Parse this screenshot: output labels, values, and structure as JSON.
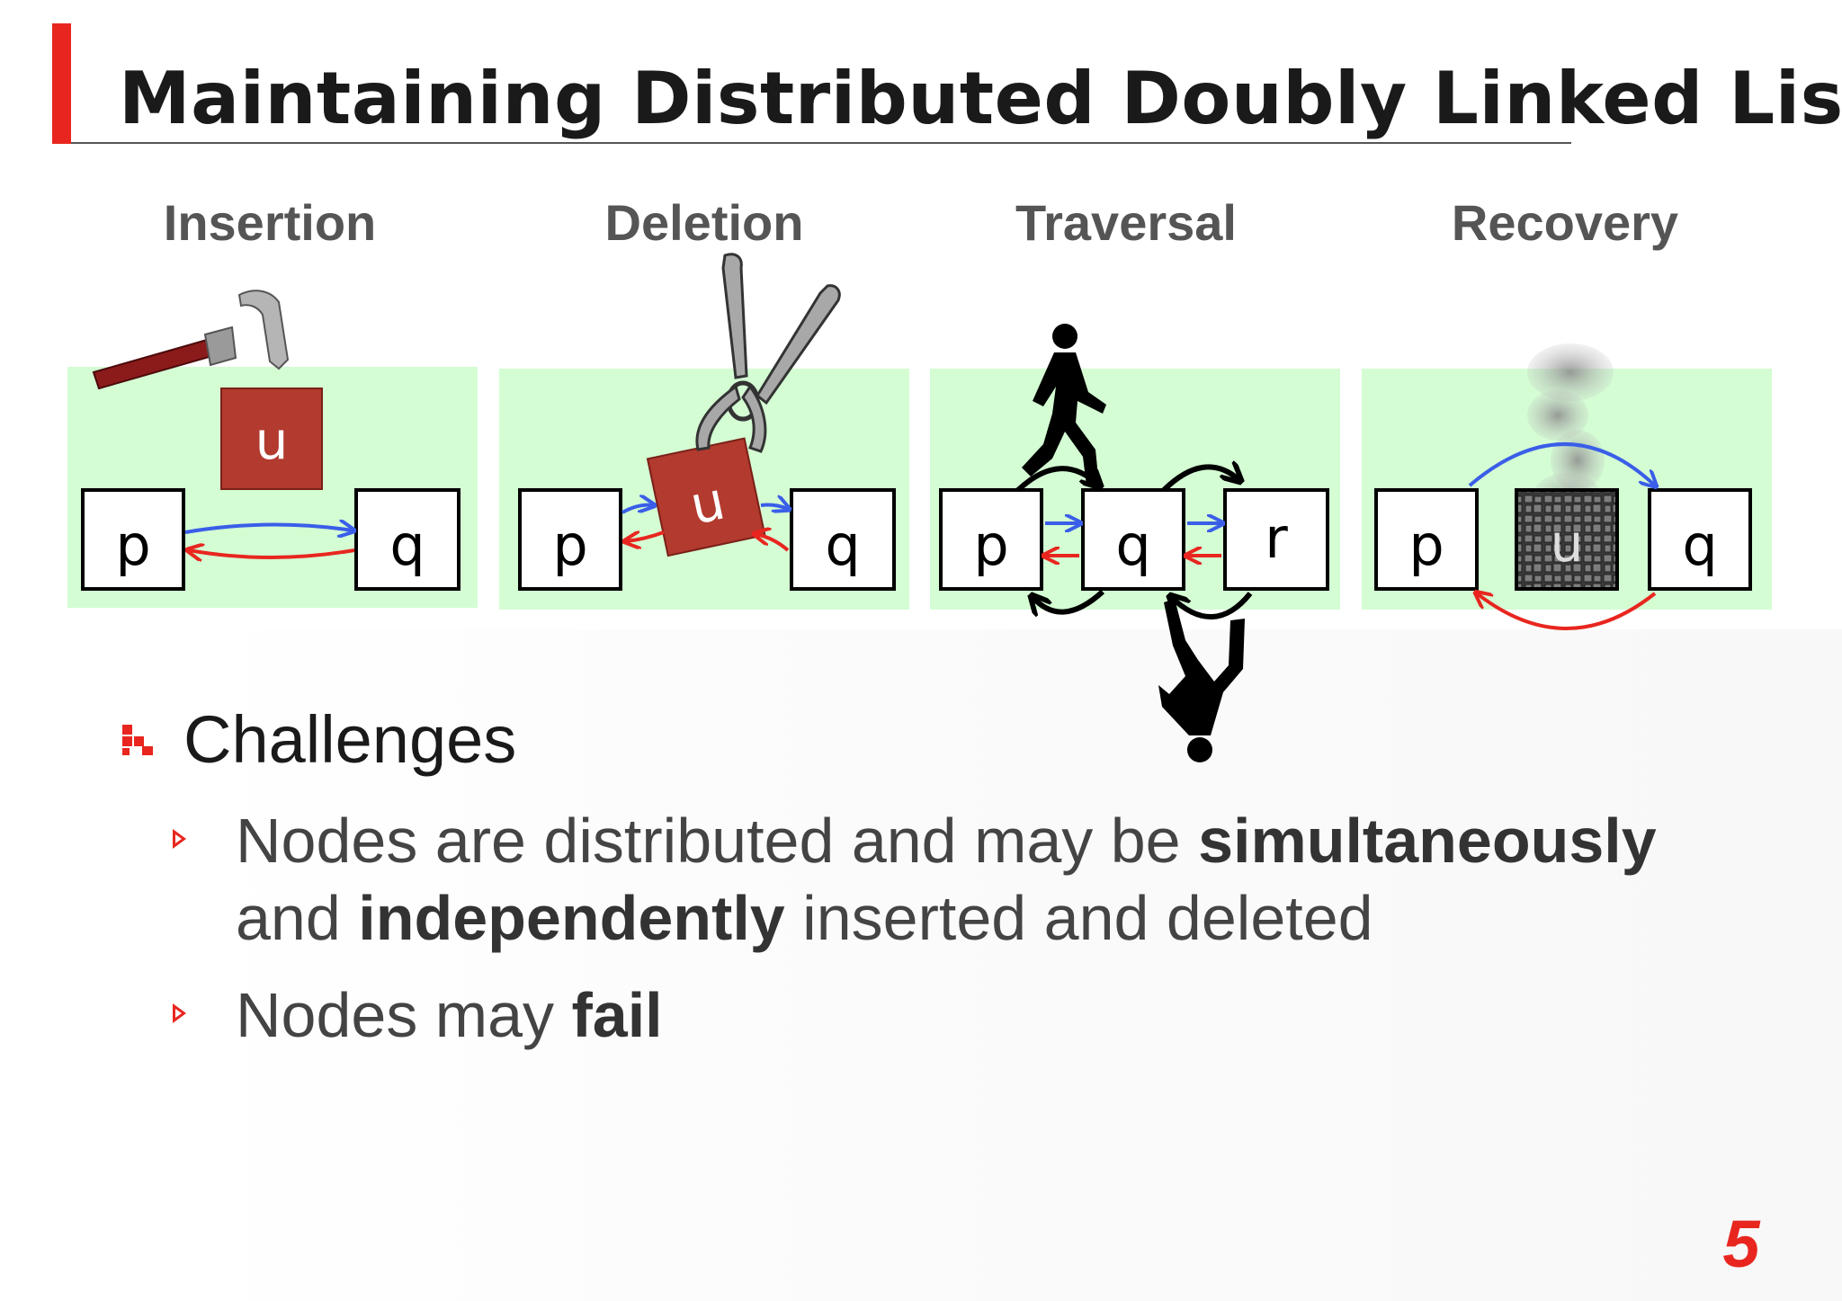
{
  "title": "Maintaining Distributed Doubly Linked List",
  "panels": [
    {
      "heading": "Insertion",
      "nodes": [
        "p",
        "u",
        "q"
      ],
      "tool": "hammer-icon"
    },
    {
      "heading": "Deletion",
      "nodes": [
        "p",
        "u",
        "q"
      ],
      "tool": "pincers-icon"
    },
    {
      "heading": "Traversal",
      "nodes": [
        "p",
        "q",
        "r"
      ],
      "tool": "walking-person-icon"
    },
    {
      "heading": "Recovery",
      "nodes": [
        "p",
        "u",
        "q"
      ],
      "tool": "smoke-icon"
    }
  ],
  "challenges": {
    "heading": "Challenges",
    "items": [
      {
        "line1_pre": "Nodes are distributed and may be ",
        "line1_bold": "simultaneously",
        "line2_pre": "and ",
        "line2_bold": "independently",
        "line2_post": " inserted and deleted"
      },
      {
        "pre": "Nodes may ",
        "bold": "fail"
      }
    ]
  },
  "page_number": "5",
  "colors": {
    "accent": "#e8261f",
    "panel_bg": "#d4fdd4",
    "next_pointer": "#3a5ee8",
    "prev_pointer": "#e8261f",
    "node_u_fill": "#b23a2e"
  }
}
